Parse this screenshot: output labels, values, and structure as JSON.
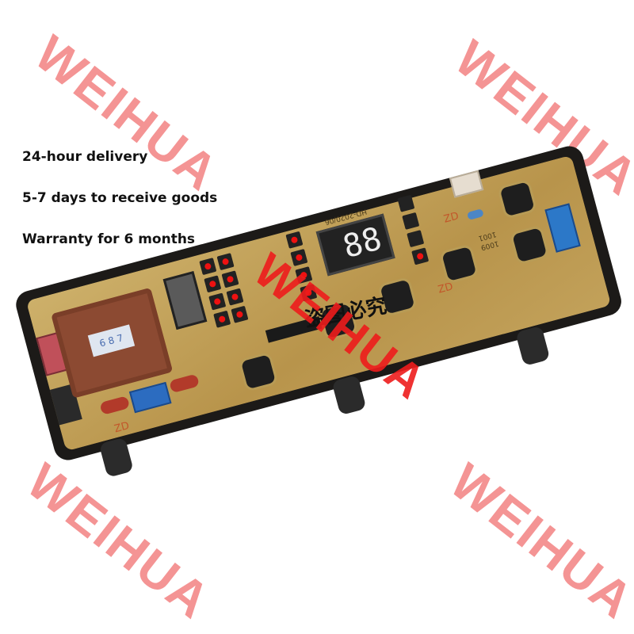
{
  "watermark": {
    "text": "WEIHUA",
    "color": "#f48f8f",
    "center_color": "#ee1c1c"
  },
  "info_lines": [
    "24-hour delivery",
    "5-7 days to receive goods",
    "Warranty for 6 months"
  ],
  "product": {
    "type": "washing machine control PCB board",
    "display_digits": "88",
    "board_model": "HD-2020/06",
    "transformer_label": "6 8 7",
    "silkscreen_marks": [
      "ZD",
      "ZD",
      "ZD",
      "1001",
      "1009"
    ],
    "stamp_text": "盗图必究",
    "colors": {
      "pcb": "#c8a85e",
      "case": "#1c1a18",
      "transformer": "#8c4a32",
      "connector_blue": "#2c6cc0",
      "connector_red": "#c0505a",
      "led": "#ee1111"
    }
  }
}
